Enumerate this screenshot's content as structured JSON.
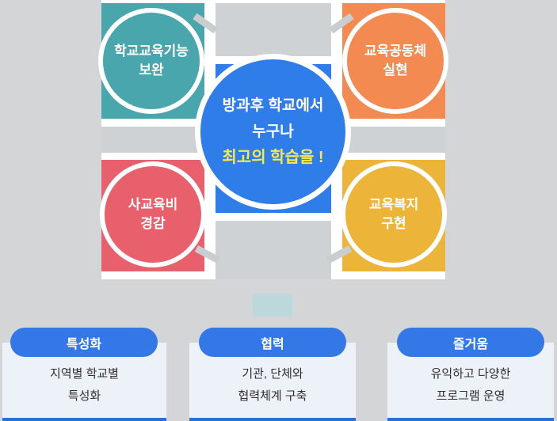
{
  "diagram": {
    "center": {
      "lines": [
        "방과후 학교에서",
        "누구나"
      ],
      "highlight": "최고의 학습을 !",
      "color": "#2f7de9",
      "highlight_color": "#f9e94a"
    },
    "satellites": [
      {
        "id": "school-function",
        "lines": [
          "학교교육기능",
          "보완"
        ],
        "color": "#4aa6ad"
      },
      {
        "id": "edu-community",
        "lines": [
          "교육공동체",
          "실현"
        ],
        "color": "#f28a52"
      },
      {
        "id": "private-cost",
        "lines": [
          "사교육비",
          "경감"
        ],
        "color": "#e8606c"
      },
      {
        "id": "edu-welfare",
        "lines": [
          "교육복지",
          "구현"
        ],
        "color": "#ecb53a"
      }
    ]
  },
  "cards": [
    {
      "title": "특성화",
      "lines": [
        "지역별 학교별",
        "특성화"
      ]
    },
    {
      "title": "협력",
      "lines": [
        "기관, 단체와",
        "협력체계 구축"
      ]
    },
    {
      "title": "즐거움",
      "lines": [
        "유익하고 다양한",
        "프로그램 운영"
      ]
    }
  ],
  "colors": {
    "page_background": "#d3d5d7",
    "grid_street": "#ffffff",
    "grid_cell": "#cfd2d4",
    "pill_blue": "#3478e8",
    "card_background": "#edf2f9",
    "card_border_blue": "#2a6ed8",
    "connector": "#bcd8dd"
  }
}
